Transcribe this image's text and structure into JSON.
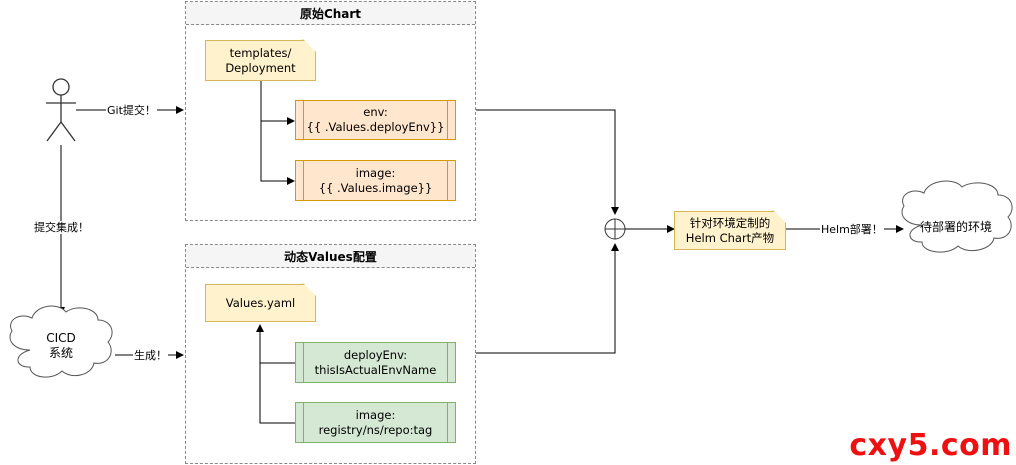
{
  "groups": {
    "original": {
      "title": "原始Chart"
    },
    "dynamic": {
      "title": "动态Values配置"
    }
  },
  "nodes": {
    "templates_deployment": "templates/\nDeployment",
    "env_block": "env:\n{{ .Values.deployEnv}}",
    "image_block": "image:\n{{ .Values.image}}",
    "values_yaml": "Values.yaml",
    "deploy_env_value": "deployEnv:\nthisIsActualEnvName",
    "image_value": "image:\nregistry/ns/repo:tag",
    "customized_chart": "针对环境定制的\nHelm Chart产物",
    "cicd_system": "CICD\n系统",
    "target_env": "待部署的环境"
  },
  "edges": {
    "git_commit": "Git提交！",
    "submit_integration": "提交集成！",
    "generate": "生成！",
    "helm_deploy": "Helm部署！"
  },
  "watermark": "cxy5.com",
  "colors": {
    "note_fill": "#fff2cc",
    "note_stroke": "#d6b656",
    "orange_fill": "#ffe6cc",
    "orange_stroke": "#d79b00",
    "green_fill": "#d5e8d4",
    "green_stroke": "#82b366",
    "watermark": "#ee1111"
  }
}
